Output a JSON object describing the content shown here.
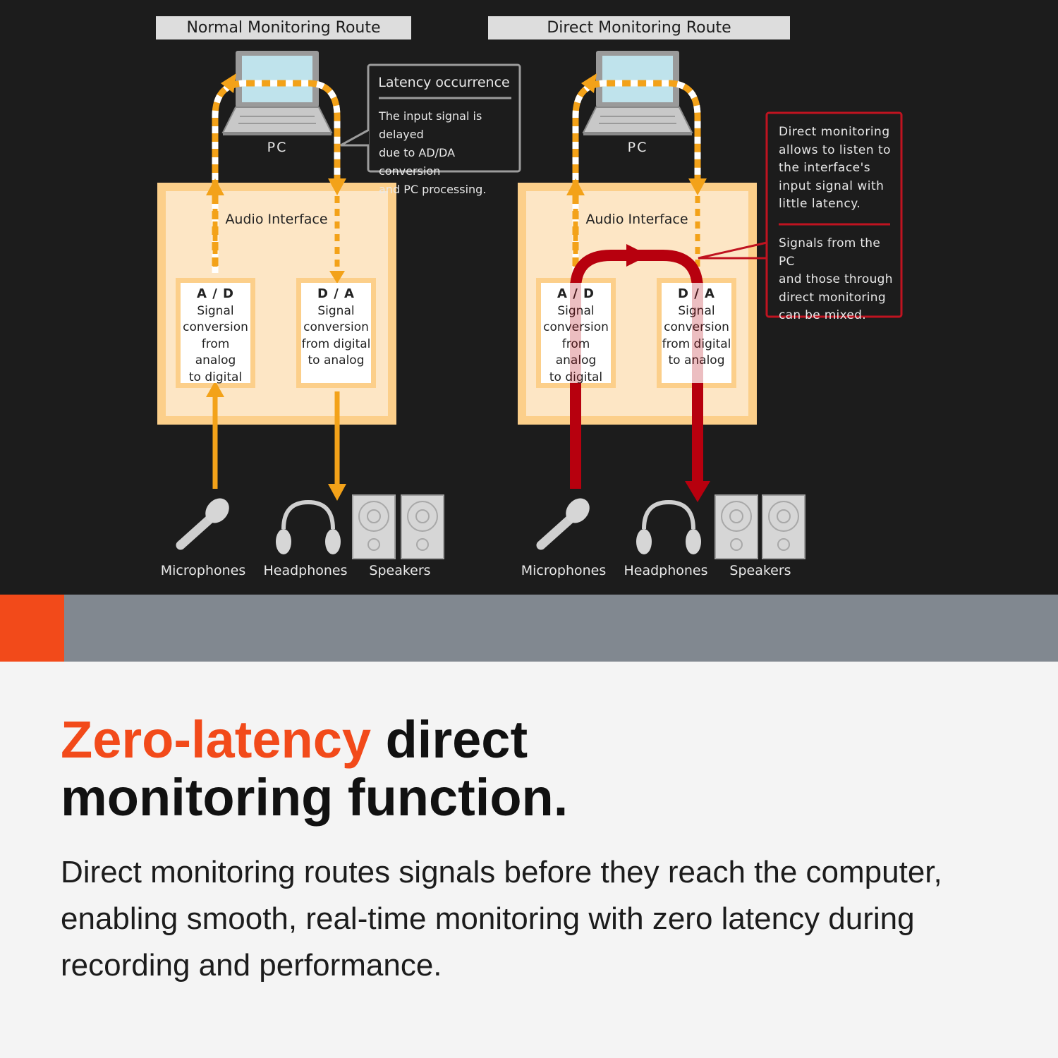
{
  "normal_route": {
    "title": "Normal Monitoring Route",
    "pc_label": "PC",
    "interface_label": "Audio Interface",
    "ad": {
      "heading": "A / D",
      "lines": [
        "Signal",
        "conversion",
        "from analog",
        "to digital"
      ]
    },
    "da": {
      "heading": "D / A",
      "lines": [
        "Signal",
        "conversion",
        "from digital",
        "to analog"
      ]
    },
    "latency_callout": {
      "title": "Latency occurrence",
      "lines": [
        "The input signal is delayed",
        "due to AD/DA conversion",
        "and PC processing."
      ]
    }
  },
  "direct_route": {
    "title": "Direct Monitoring Route",
    "pc_label": "PC",
    "interface_label": "Audio Interface",
    "ad": {
      "heading": "A / D",
      "lines": [
        "Signal",
        "conversion",
        "from analog",
        "to digital"
      ]
    },
    "da": {
      "heading": "D / A",
      "lines": [
        "Signal",
        "conversion",
        "from digital",
        "to analog"
      ]
    },
    "callout": {
      "part1": [
        "Direct monitoring",
        "allows to listen to",
        "the interface's",
        "input signal with",
        "little latency."
      ],
      "part2": [
        "Signals from the PC",
        "and those through",
        "direct monitoring",
        "can be mixed."
      ]
    }
  },
  "devices": {
    "microphones": "Microphones",
    "headphones": "Headphones",
    "speakers": "Speakers"
  },
  "headline": {
    "accent": "Zero-latency",
    "rest_line1": " direct",
    "line2": "monitoring function."
  },
  "body": "Direct monitoring routes signals before they reach the computer, enabling smooth, real-time monitoring with zero latency during recording and performance.",
  "colors": {
    "accent": "#f24a1a",
    "signal_orange": "#f3a219",
    "direct_red": "#b7000e",
    "interface_fill": "#fde6c5",
    "interface_border": "#fccf8a",
    "band_gray": "#818890"
  }
}
